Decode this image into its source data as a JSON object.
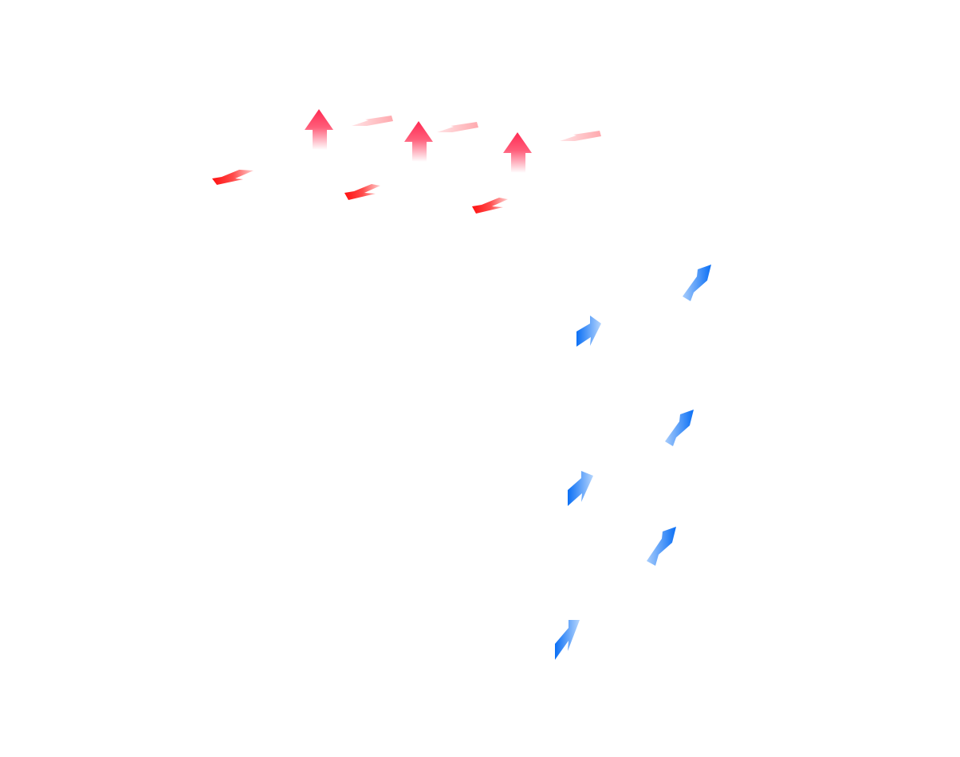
{
  "colors": {
    "background": "#ffffff",
    "red_up": "#ff3358",
    "red_flat": "#ff1a1a",
    "pink_light": "#ffb0b5",
    "blue_dark": "#0a6ff5",
    "blue_light": "#a8cdfc"
  },
  "groups": {
    "red_up_arrows": 3,
    "pink_flat_arrows": 3,
    "red_down_arrows": 3,
    "blue_up_arrows": 3,
    "blue_right_arrows": 3
  }
}
